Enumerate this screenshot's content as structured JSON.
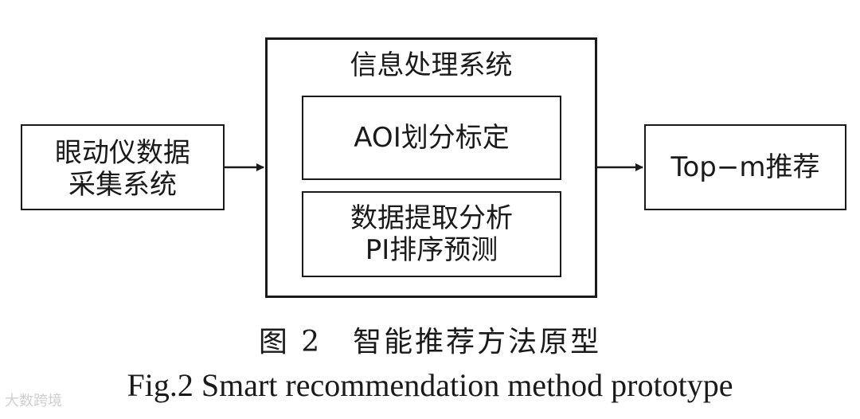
{
  "diagram": {
    "left_box": {
      "lines": [
        "眼动仪数据",
        "采集系统"
      ]
    },
    "main_box": {
      "title": "信息处理系统",
      "aoi_box": {
        "label": "AOI划分标定"
      },
      "data_box": {
        "lines": [
          "数据提取分析",
          "PI排序预测"
        ]
      }
    },
    "right_box": {
      "label": "Top−m推荐"
    }
  },
  "caption": {
    "cn": "图 2　智能推荐方法原型",
    "en": "Fig.2 Smart recommendation method prototype"
  },
  "watermark": {
    "text": "大数跨境"
  },
  "colors": {
    "stroke": "#1a1a1a",
    "background": "#ffffff"
  }
}
